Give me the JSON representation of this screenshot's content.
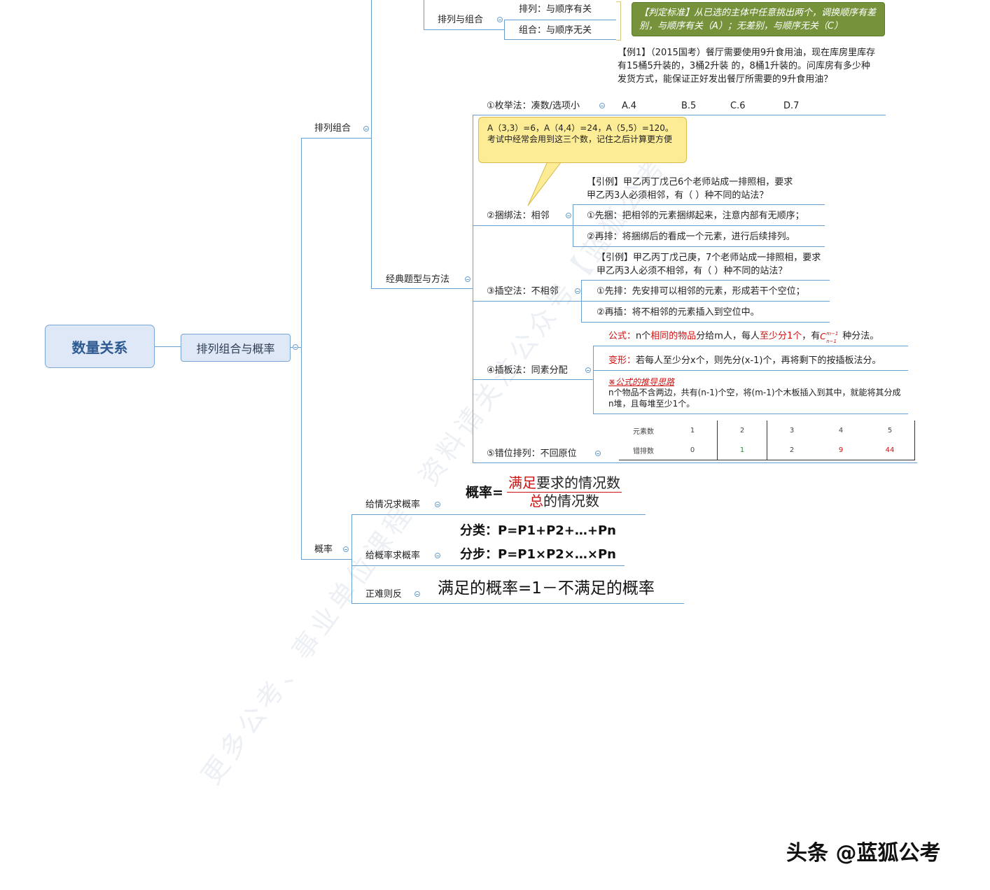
{
  "root": "数量关系",
  "level1": "排列组合与概率",
  "perm_combo": {
    "label": "排列组合",
    "pc_node": "排列与组合",
    "perm": "排列：与顺序有关",
    "combo": "组合：与顺序无关",
    "criterion": "【判定标准】从已选的主体中任意挑出两个，调换顺序有差别，与顺序有关（A）；无差别，与顺序无关（C）",
    "classic_label": "经典题型与方法",
    "enum": {
      "label": "①枚举法：凑数/选项小",
      "example": "【例1】（2015国考）餐厅需要使用9升食用油，现在库房里库存有15桶5升装的，3桶2升装 的，8桶1升装的。问库房有多少种发货方式，能保证正好发出餐厅所需要的9升食用油？",
      "options": [
        "A.4",
        "B.5",
        "C.6",
        "D.7"
      ]
    },
    "callout": "A（3,3）=6，A（4,4）=24，A（5,5）=120。考试中经常会用到这三个数，记住之后计算更方便",
    "bind": {
      "label": "②捆绑法：相邻",
      "example": "【引例】甲乙丙丁戊己6个老师站成一排照相，要求甲乙丙3人必须相邻，有（ ）种不同的站法？",
      "step1": "①先捆：把相邻的元素捆绑起来，注意内部有无顺序；",
      "step2": "②再排：将捆绑后的看成一个元素，进行后续排列。"
    },
    "gap": {
      "label": "③插空法：不相邻",
      "example": "【引例】甲乙丙丁戊己庚，7个老师站成一排照相，要求甲乙丙3人必须不相邻，有（ ）种不同的站法？",
      "step1": "①先排：先安排可以相邻的元素，形成若干个空位；",
      "step2": "②再插：将不相邻的元素插入到空位中。"
    },
    "board": {
      "label": "④插板法：同素分配",
      "formula_tag": "公式：",
      "formula_a": "n个",
      "formula_b": "相同的物品",
      "formula_c": "分给m人，每人",
      "formula_d": "至少分1个",
      "formula_e": "，有",
      "formula_f": "种分法。",
      "variant_tag": "变形：",
      "variant": "若每人至少分x个，则先分(x-1)个，再将剩下的按插板法分。",
      "derivation_tag": "※公式的推导思路",
      "derivation": "n个物品不含两边，共有(n-1)个空，将(m-1)个木板插入到其中，就能将其分成n堆，且每堆至少1个。"
    },
    "derange": {
      "label": "⑤错位排列：不回原位",
      "row1": [
        "元素数",
        "1",
        "2",
        "3",
        "4",
        "5"
      ],
      "row2": [
        "错排数",
        "0",
        "1",
        "2",
        "9",
        "44"
      ]
    }
  },
  "prob": {
    "label": "概率",
    "case_label": "给情况求概率",
    "formula_lhs": "概率",
    "num_red": "满足",
    "num_rest": "要求的情况数",
    "den_red": "总",
    "den_rest": "的情况数",
    "given_label": "给概率求概率",
    "classify": "分类：P=P1+P2+…+Pn",
    "step": "分步：P=P1×P2×…×Pn",
    "reverse_label": "正难则反",
    "reverse": "满足的概率=1－不满足的概率"
  },
  "watermark": "更多公考、事业单位课程、资料请关注公众号【蓝狐公考】",
  "brand": "头条 @蓝狐公考"
}
